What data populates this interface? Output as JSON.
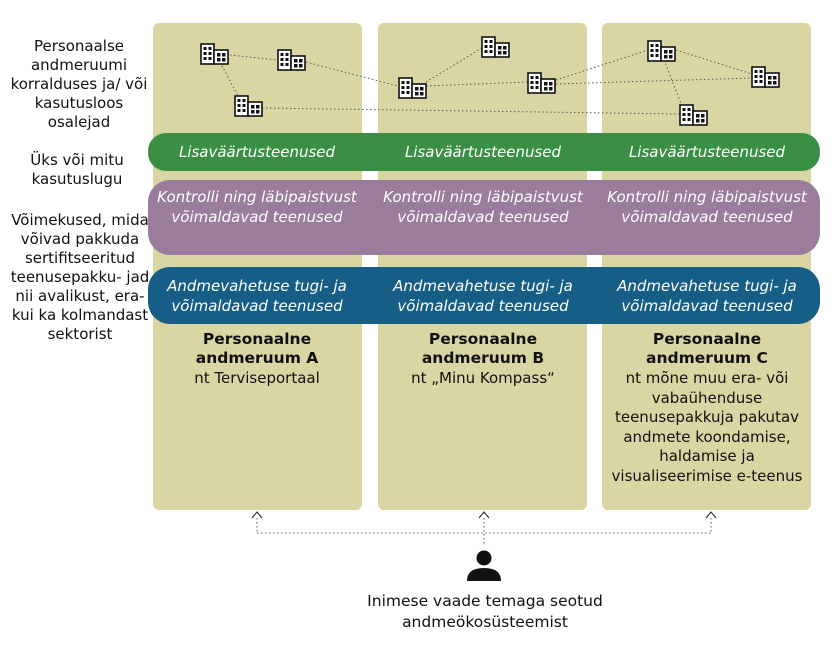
{
  "left_labels": {
    "participants": "Personaalse andmeruumi korralduses ja/ või kasutusloos osalejad",
    "usecase": "Üks või mitu kasutuslugu",
    "capabilities": "Võimekused, mida võivad pakkuda sertifitseeritud teenusepakku- jad nii avalikust, era- kui ka kolmandast sektorist"
  },
  "bands": {
    "value_added": {
      "color": "#3a8f45",
      "labels": [
        "Lisaväärtusteenused",
        "Lisaväärtusteenused",
        "Lisaväärtusteenused"
      ]
    },
    "control": {
      "color": "#9a7c9c",
      "labels": [
        "Kontrolli ning läbipaistvust võimaldavad teenused",
        "Kontrolli ning läbipaistvust võimaldavad teenused",
        "Kontrolli ning läbipaistvust võimaldavad teenused"
      ]
    },
    "exchange": {
      "color": "#175e86",
      "labels": [
        "Andmevahetuse tugi- ja võimaldavad teenused",
        "Andmevahetuse tugi- ja võimaldavad teenused",
        "Andmevahetuse tugi- ja võimaldavad teenused"
      ]
    }
  },
  "columns": [
    {
      "title": "Personaalne andmeruum A",
      "desc": "nt Terviseportaal"
    },
    {
      "title": "Personaalne andmeruum B",
      "desc": "nt „Minu Kompass“"
    },
    {
      "title": "Personaalne andmeruum C",
      "desc": "nt mõne muu era- või vabaühenduse teenusepakkuja pakutav andmete koondamise, haldamise ja visualiseerimise e-teenus"
    }
  ],
  "colors": {
    "column_bg": "#dad6a4",
    "icon": "#111111"
  },
  "icons": {
    "building": "building-icon",
    "person": "person-icon"
  },
  "bottom_caption": "Inimese vaade temaga seotud andmeökosüsteemist"
}
